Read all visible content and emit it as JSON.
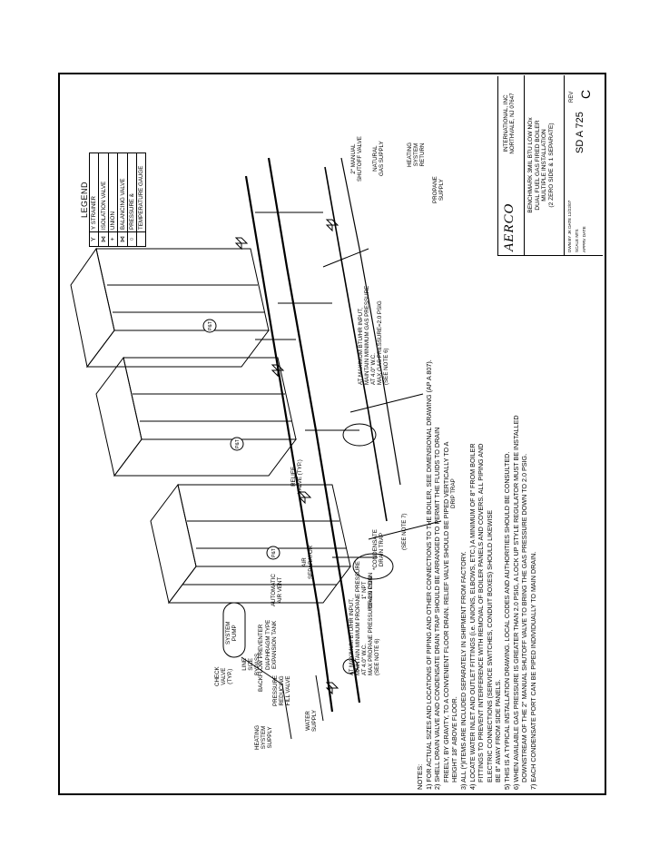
{
  "legend": {
    "title": "LEGEND",
    "items": [
      {
        "symbol": "Y",
        "label": "Y STRAINER"
      },
      {
        "symbol": "⋈",
        "label": "ISOLATION VALVE"
      },
      {
        "symbol": "+",
        "label": "UNION"
      },
      {
        "symbol": "⋈",
        "label": "BALANCING VALVE"
      },
      {
        "symbol": "○",
        "label": "PRESSURE &"
      },
      {
        "symbol": "",
        "label": "TEMPERATURE GAUGE"
      }
    ]
  },
  "labels": {
    "heating_supply": "HEATING\nSYSTEM\nSUPPLY",
    "check_valve": "CHECK\nVALVE\n(TYP.)",
    "system_pump": "SYSTEM\nPUMP",
    "automatic_air_vent": "AUTOMATIC\nAIR VENT",
    "air_separator": "AIR\nSEPARATOR",
    "relief_valve": "RELIEF\nVALVE (TYP.)",
    "water_supply": "WATER\nSUPPLY",
    "pressure_reducing": "PRESSURE\nREDUCING\nFILL VALVE",
    "line_size_bypass": "LINE\nSIZE\nBYPASS",
    "backflow": "BACKFLOW PREVENTER",
    "diaphragm": "DIAPHRAGM TYPE\nEXPANSION TANK",
    "max_btu_left": "AT MAXIMUM BTU/HR INPUT,\nMAINTAIN MINIMUM PROPANE PRESSURE\nAT 4.0\" W.C.\nMAX PROPANE PRESSURE=2.0 PSIG\n(SEE NOTE 6)",
    "npt_drain": "1\" NPT\nDRAIN CONN",
    "condensate": "*CONDENSATE\nDRAIN TRAP",
    "see_note_7": "(SEE NOTE 7)",
    "drip_trap": "DRIP TRAP",
    "max_btu_right": "AT MAXIMUM BTU/HR INPUT,\nMAINTAIN MINIMUM GAS PRESSURE\nAT 4.0\" W.C.\nMAX GAS PRESSURE=2.0 PSIG\n(SEE NOTE 6)",
    "manual_shutoff": "2\" MANUAL\nSHUTOFF VALVE",
    "natural_gas": "NATURAL\nGAS SUPPLY",
    "heating_return": "HEATING\nSYSTEM\nRETURN",
    "propane_supply": "PROPANE\nSUPPLY"
  },
  "notes": {
    "heading": "NOTES:",
    "lines": [
      "1) FOR ACTUAL SIZES AND LOCATIONS OF PIPING AND OTHER CONNECTIONS TO THE BOILER, SEE DIMENSIONAL DRAWING (AP A 807).",
      "2) SHELL DRAIN VALVE AND CONDENSATE DRAIN TRAP SHOULD BE ARRANGED TO PERMIT THE FLUIDS TO DRAIN",
      "FREELY, BY GRAVITY, TO A CONVENIENT FLOOR DRAIN. RELIEF VALVE SHOULD BE PIPED VERTICALLY TO A",
      "HEIGHT 18\" ABOVE FLOOR.",
      "3) ALL (*)ITEMS ARE INCLUDED SEPARATELY IN SHIPMENT FROM FACTORY.",
      "4) LOCATE WATER INLET AND OUTLET FITTINGS (i.e. UNIONS, ELBOWS, ETC.) A MINIMUM OF 8\" FROM BOILER",
      "FITTINGS TO PREVENT INTERFERENCE WITH REMOVAL OF BOILER PANELS AND COVERS. ALL PIPING AND",
      "ELECTRIC CONNECTIONS (SERVICE SWITCHES, CONDUIT BOXES) SHOULD LIKEWISE",
      "BE 8\" AWAY FROM SIDE PANELS.",
      "5) THIS IS A TYPICAL INSTALLATION DRAWING. LOCAL CODES AND AUTHORITIES SHOULD BE CONSULTED.",
      "6) WHEN AVAILABLE GAS PRESSURE IS GREATER THAN 2.0 PSIG, A LOCK UP STYLE REGULATOR MUST BE INSTALLED",
      "DOWNSTREAM OF THE 2\" MANUAL SHUTOFF VALVE TO BRING THE GAS PRESSURE DOWN TO 2.0 PSIG.",
      "7) EACH CONDENSATE PORT CAN BE PIPED INDIVIDUALLY TO MAIN DRAIN."
    ]
  },
  "title_block": {
    "company": "AERCO",
    "company_sub": "INTERNATIONAL, INC\nNORTHVALE, NJ 07647",
    "title": "BENCHMARK 3MIL BTU LOW NOx\nDUAL FUEL GAS FIRED BOILER\nMULTIPLE INSTALLATION\n(2 ZERO SIDE & 1 SEPARATE)",
    "drawn_by": "DWN BY  JK    DATE 12/22/07",
    "scale": "SCALE  NTS",
    "approved": "APPRV         DATE",
    "doc_number": "SD A 725",
    "rev_label": "REV",
    "rev": "C"
  },
  "tags": {
    "pt": "P&T"
  }
}
